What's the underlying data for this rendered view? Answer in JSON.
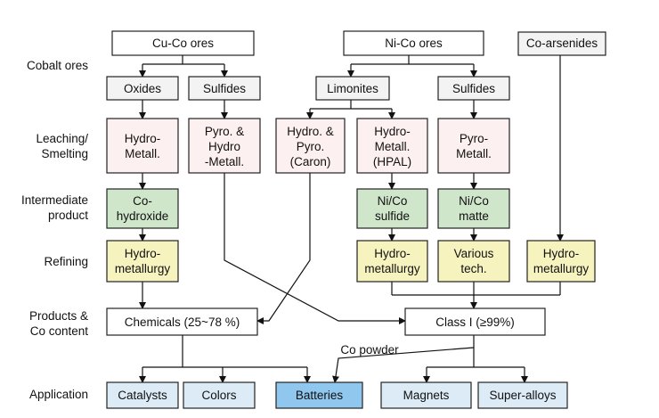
{
  "colors": {
    "ore": "#f3f3f3",
    "ore_top": "#ffffff",
    "process": "#fdf0f0",
    "intermediate": "#cfe6cb",
    "refining": "#f7f3bf",
    "product": "#ffffff",
    "application": "#dcebf6",
    "application_highlight": "#8fc7ee",
    "stroke": "#222222"
  },
  "row_labels": {
    "ores": "Cobalt ores",
    "leaching": [
      "Leaching/",
      "Smelting"
    ],
    "intermediate": [
      "Intermediate",
      "product"
    ],
    "refining": "Refining",
    "products": [
      "Products &",
      "Co content"
    ],
    "application": "Application"
  },
  "ores": {
    "cu_co": "Cu-Co ores",
    "ni_co": "Ni-Co ores",
    "co_arsenides": "Co-arsenides",
    "oxides": "Oxides",
    "sulfides_cu": "Sulfides",
    "limonites": "Limonites",
    "sulfides_ni": "Sulfides"
  },
  "processes": {
    "hydro_metall": [
      "Hydro-",
      "Metall."
    ],
    "pyro_hydro": [
      "Pyro. &",
      "Hydro",
      "-Metall."
    ],
    "hydro_pyro_caron": [
      "Hydro. &",
      "Pyro.",
      "(Caron)"
    ],
    "hydro_hpal": [
      "Hydro-",
      "Metall.",
      "(HPAL)"
    ],
    "pyro_metall": [
      "Pyro-",
      "Metall."
    ]
  },
  "intermediates": {
    "co_hydroxide": [
      "Co-",
      "hydroxide"
    ],
    "nico_sulfide": [
      "Ni/Co",
      "sulfide"
    ],
    "nico_matte": [
      "Ni/Co",
      "matte"
    ]
  },
  "refining": {
    "hydro_1": [
      "Hydro-",
      "metallurgy"
    ],
    "hydro_2": [
      "Hydro-",
      "metallurgy"
    ],
    "various": [
      "Various",
      "tech."
    ],
    "hydro_3": [
      "Hydro-",
      "metallurgy"
    ]
  },
  "products": {
    "chemicals": "Chemicals (25~78 %)",
    "class_one": "Class I (≥99%)",
    "co_powder": "Co powder"
  },
  "applications": {
    "catalysts": "Catalysts",
    "colors": "Colors",
    "batteries": "Batteries",
    "magnets": "Magnets",
    "superalloys": "Super-alloys"
  }
}
